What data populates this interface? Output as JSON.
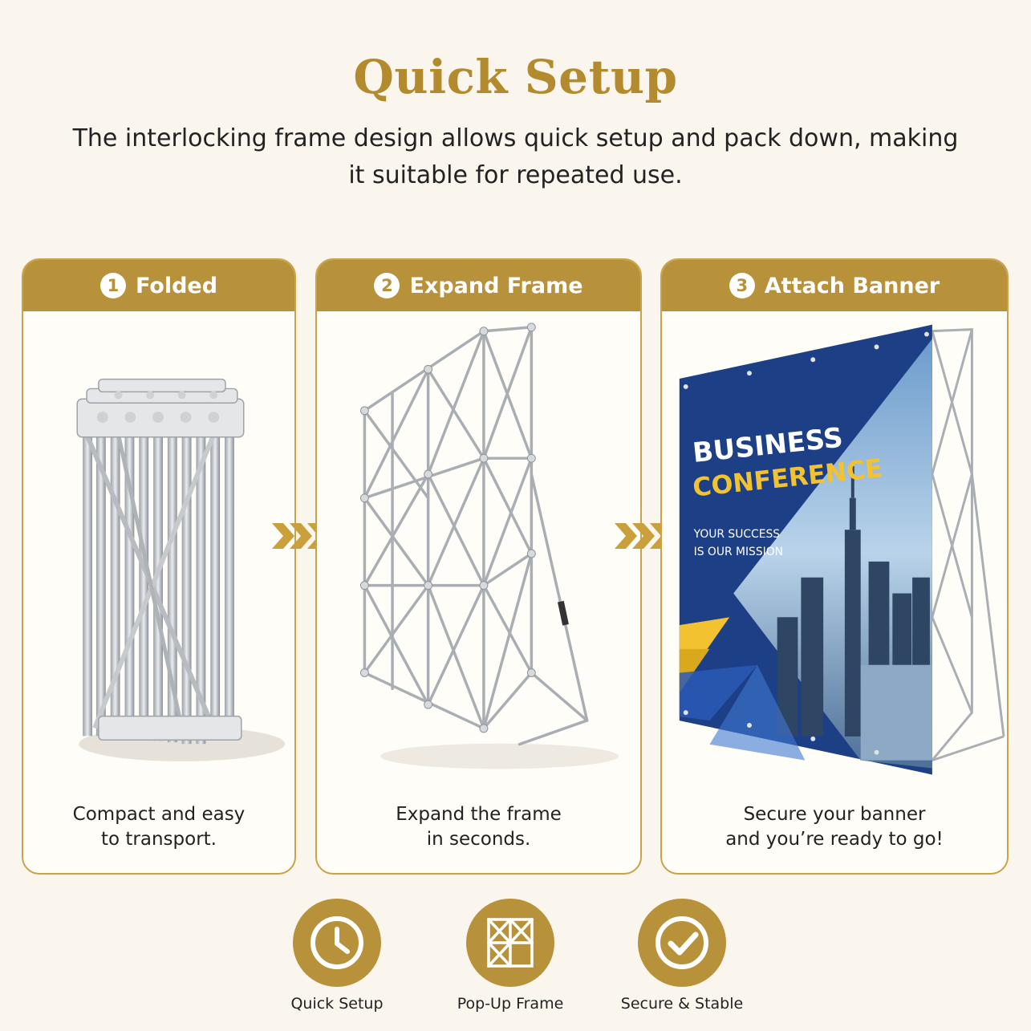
{
  "header": {
    "title": "Quick Setup",
    "subtitle_line1": "The interlocking frame design allows quick setup and pack down, making",
    "subtitle_line2": "it suitable for repeated use."
  },
  "steps": [
    {
      "number": "1",
      "title": "Folded",
      "caption_line1": "Compact and easy",
      "caption_line2": "to transport."
    },
    {
      "number": "2",
      "title": "Expand Frame",
      "caption_line1": "Expand the frame",
      "caption_line2": "in seconds."
    },
    {
      "number": "3",
      "title": "Attach Banner",
      "caption_line1": "Secure your banner",
      "caption_line2": "and you’re ready to go!"
    }
  ],
  "banner": {
    "line1": "BUSINESS",
    "line2": "CONFERENCE",
    "tagline1": "YOUR SUCCESS",
    "tagline2": "IS OUR MISSION"
  },
  "features": [
    {
      "label": "Quick Setup",
      "icon": "clock-icon"
    },
    {
      "label": "Pop-Up Frame",
      "icon": "frame-grid-icon"
    },
    {
      "label": "Secure & Stable",
      "icon": "check-circle-icon"
    }
  ],
  "colors": {
    "gold": "#b8923a",
    "title_gold": "#b38b2e",
    "background": "#faf6ee",
    "banner_blue": "#1c3f86",
    "banner_yellow": "#f2c230"
  }
}
